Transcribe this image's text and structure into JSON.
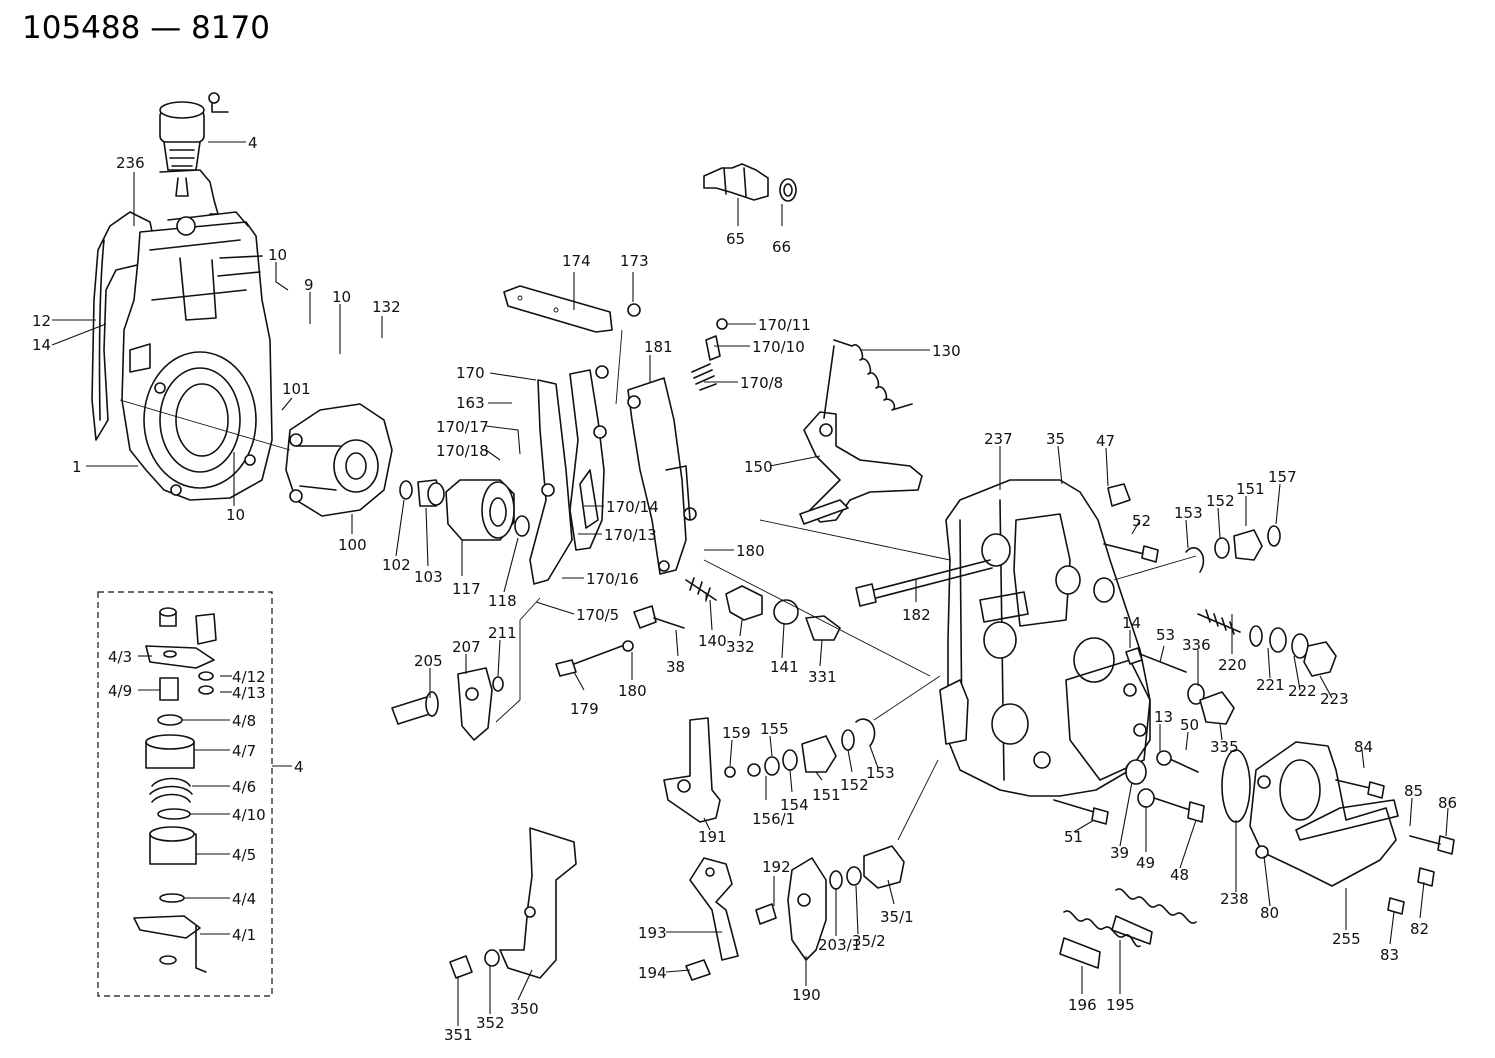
{
  "title": "105488 — 8170",
  "callouts": [
    {
      "id": "c4top",
      "text": "4"
    },
    {
      "id": "c236",
      "text": "236"
    },
    {
      "id": "c10a",
      "text": "10"
    },
    {
      "id": "c9",
      "text": "9"
    },
    {
      "id": "c10b",
      "text": "10"
    },
    {
      "id": "c132",
      "text": "132"
    },
    {
      "id": "c12",
      "text": "12"
    },
    {
      "id": "c14a",
      "text": "14"
    },
    {
      "id": "c101",
      "text": "101"
    },
    {
      "id": "c1",
      "text": "1"
    },
    {
      "id": "c10c",
      "text": "10"
    },
    {
      "id": "c100",
      "text": "100"
    },
    {
      "id": "c102",
      "text": "102"
    },
    {
      "id": "c103",
      "text": "103"
    },
    {
      "id": "c117",
      "text": "117"
    },
    {
      "id": "c118",
      "text": "118"
    },
    {
      "id": "c174",
      "text": "174"
    },
    {
      "id": "c173",
      "text": "173"
    },
    {
      "id": "c65",
      "text": "65"
    },
    {
      "id": "c66",
      "text": "66"
    },
    {
      "id": "c170",
      "text": "170"
    },
    {
      "id": "c163",
      "text": "163"
    },
    {
      "id": "c17017",
      "text": "170/17"
    },
    {
      "id": "c17018",
      "text": "170/18"
    },
    {
      "id": "c181",
      "text": "181"
    },
    {
      "id": "c17011",
      "text": "170/11"
    },
    {
      "id": "c17010",
      "text": "170/10"
    },
    {
      "id": "c1708",
      "text": "170/8"
    },
    {
      "id": "c130",
      "text": "130"
    },
    {
      "id": "c150",
      "text": "150"
    },
    {
      "id": "c17014",
      "text": "170/14"
    },
    {
      "id": "c17013",
      "text": "170/13"
    },
    {
      "id": "c17016",
      "text": "170/16"
    },
    {
      "id": "c1705",
      "text": "170/5"
    },
    {
      "id": "c180a",
      "text": "180"
    },
    {
      "id": "c237",
      "text": "237"
    },
    {
      "id": "c35",
      "text": "35"
    },
    {
      "id": "c47",
      "text": "47"
    },
    {
      "id": "c52",
      "text": "52"
    },
    {
      "id": "c153a",
      "text": "153"
    },
    {
      "id": "c152a",
      "text": "152"
    },
    {
      "id": "c151a",
      "text": "151"
    },
    {
      "id": "c157",
      "text": "157"
    },
    {
      "id": "c182",
      "text": "182"
    },
    {
      "id": "c205",
      "text": "205"
    },
    {
      "id": "c207",
      "text": "207"
    },
    {
      "id": "c211",
      "text": "211"
    },
    {
      "id": "c179",
      "text": "179"
    },
    {
      "id": "c180b",
      "text": "180"
    },
    {
      "id": "c38",
      "text": "38"
    },
    {
      "id": "c140",
      "text": "140"
    },
    {
      "id": "c332",
      "text": "332"
    },
    {
      "id": "c141",
      "text": "141"
    },
    {
      "id": "c331",
      "text": "331"
    },
    {
      "id": "c14b",
      "text": "14"
    },
    {
      "id": "c53",
      "text": "53"
    },
    {
      "id": "c336",
      "text": "336"
    },
    {
      "id": "c220",
      "text": "220"
    },
    {
      "id": "c221",
      "text": "221"
    },
    {
      "id": "c222",
      "text": "222"
    },
    {
      "id": "c223",
      "text": "223"
    },
    {
      "id": "c50",
      "text": "50"
    },
    {
      "id": "c335",
      "text": "335"
    },
    {
      "id": "c13",
      "text": "13"
    },
    {
      "id": "c159",
      "text": "159"
    },
    {
      "id": "c155",
      "text": "155"
    },
    {
      "id": "c1561",
      "text": "156/1"
    },
    {
      "id": "c154",
      "text": "154"
    },
    {
      "id": "c151b",
      "text": "151"
    },
    {
      "id": "c152b",
      "text": "152"
    },
    {
      "id": "c153b",
      "text": "153"
    },
    {
      "id": "c191",
      "text": "191"
    },
    {
      "id": "c84",
      "text": "84"
    },
    {
      "id": "c85",
      "text": "85"
    },
    {
      "id": "c86",
      "text": "86"
    },
    {
      "id": "c51",
      "text": "51"
    },
    {
      "id": "c39",
      "text": "39"
    },
    {
      "id": "c49",
      "text": "49"
    },
    {
      "id": "c48",
      "text": "48"
    },
    {
      "id": "c238",
      "text": "238"
    },
    {
      "id": "c80",
      "text": "80"
    },
    {
      "id": "c255",
      "text": "255"
    },
    {
      "id": "c82",
      "text": "82"
    },
    {
      "id": "c83",
      "text": "83"
    },
    {
      "id": "c192",
      "text": "192"
    },
    {
      "id": "c193",
      "text": "193"
    },
    {
      "id": "c194",
      "text": "194"
    },
    {
      "id": "c190",
      "text": "190"
    },
    {
      "id": "c2031",
      "text": "203/1"
    },
    {
      "id": "c352a",
      "text": "35/2"
    },
    {
      "id": "c351a",
      "text": "35/1"
    },
    {
      "id": "c196",
      "text": "196"
    },
    {
      "id": "c195",
      "text": "195"
    },
    {
      "id": "c351",
      "text": "351"
    },
    {
      "id": "c352",
      "text": "352"
    },
    {
      "id": "c350",
      "text": "350"
    },
    {
      "id": "c43",
      "text": "4/3"
    },
    {
      "id": "c412",
      "text": "4/12"
    },
    {
      "id": "c49b",
      "text": "4/9"
    },
    {
      "id": "c413",
      "text": "4/13"
    },
    {
      "id": "c48b",
      "text": "4/8"
    },
    {
      "id": "c47b",
      "text": "4/7"
    },
    {
      "id": "c46",
      "text": "4/6"
    },
    {
      "id": "c410",
      "text": "4/10"
    },
    {
      "id": "c45",
      "text": "4/5"
    },
    {
      "id": "c44",
      "text": "4/4"
    },
    {
      "id": "c41",
      "text": "4/1"
    },
    {
      "id": "c4box",
      "text": "4"
    }
  ]
}
